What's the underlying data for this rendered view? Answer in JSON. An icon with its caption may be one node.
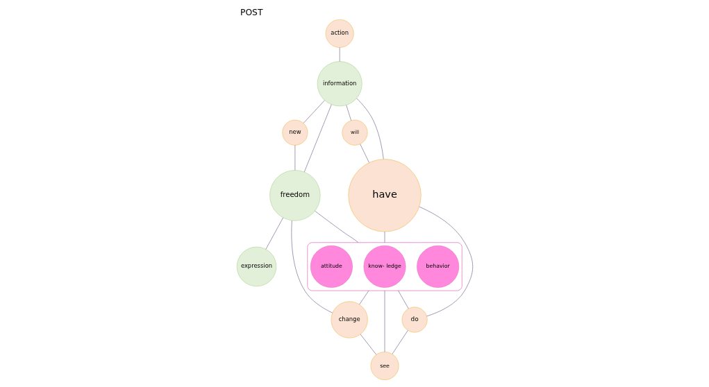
{
  "diagram": {
    "title": "POST",
    "nodes": [
      {
        "text": [
          "action"
        ]
      },
      {
        "text": [
          "information"
        ]
      },
      {
        "text": [
          "new"
        ]
      },
      {
        "text": [
          "freedom"
        ]
      },
      {
        "text": [
          "expression"
        ]
      },
      {
        "text": [
          "will"
        ]
      },
      {
        "text": [
          "change"
        ]
      },
      {
        "text": [],
        "shape": "box"
      },
      {
        "text": [
          "behavior"
        ],
        "in": 7
      },
      {
        "text": [
          "know- ledge"
        ],
        "in": 7
      },
      {
        "text": [
          "attitude"
        ],
        "in": 7
      },
      {
        "text": [
          "have"
        ]
      },
      {
        "text": [
          "do"
        ]
      },
      {
        "text": [
          "see"
        ]
      }
    ],
    "edges": [
      {
        "from": 0,
        "to": 1,
        "arrow": "none"
      },
      {
        "from": 1,
        "to": 2,
        "arrow": "none"
      },
      {
        "from": 2,
        "to": 3,
        "arrow": "none"
      },
      {
        "from": 1,
        "to": 3,
        "arrow": "none"
      },
      {
        "from": 3,
        "to": 4,
        "arrow": "none"
      },
      {
        "from": 1,
        "to": 5,
        "arrow": "none"
      },
      {
        "from": 5,
        "to": 11,
        "arrow": "none"
      },
      {
        "from": 1,
        "to": 11,
        "arrow": "none"
      },
      {
        "from": 3,
        "to": 6,
        "arrow": "none"
      },
      {
        "from": 3,
        "to": 7,
        "arrow": "none"
      },
      {
        "from": 7,
        "to": 6,
        "arrow": "none"
      },
      {
        "from": 11,
        "to": 7,
        "arrow": "none"
      },
      {
        "from": 7,
        "to": 12,
        "arrow": "none"
      },
      {
        "from": 7,
        "to": 13,
        "arrow": "none"
      },
      {
        "from": 11,
        "to": 12,
        "arrow": "none"
      },
      {
        "from": 12,
        "to": 13,
        "arrow": "none"
      },
      {
        "from": 6,
        "to": 13,
        "arrow": "none"
      }
    ]
  }
}
